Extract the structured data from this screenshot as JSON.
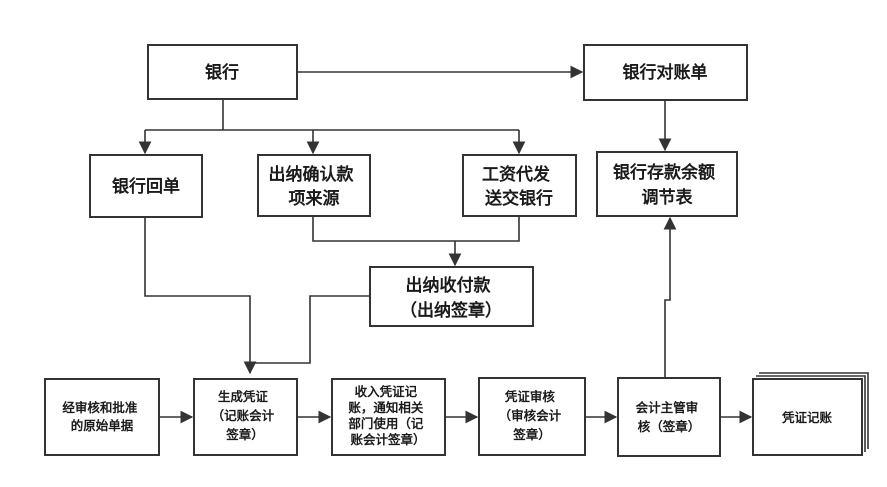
{
  "nodes": {
    "bank": [
      "银行"
    ],
    "statement": [
      "银行对账单"
    ],
    "receipt": [
      "银行回单"
    ],
    "cashier_confirm": [
      "出纳确认款",
      "项来源"
    ],
    "payroll": [
      "工资代发",
      "送交银行"
    ],
    "reconcile": [
      "银行存款余额",
      "调节表"
    ],
    "cashier_pay": [
      "出纳收付款",
      "（出纳签章）"
    ],
    "original_docs": [
      "经审核和批准",
      "的原始单据"
    ],
    "voucher": [
      "生成凭证",
      "（记账会计",
      "签章）"
    ],
    "receive_voucher": [
      "收入凭证记",
      "账，通知相关",
      "部门使用（记",
      "账会计签章）"
    ],
    "voucher_audit": [
      "凭证审核",
      "（审核会计",
      "签章）"
    ],
    "supervisor": [
      "会计主管审",
      "核（签章）"
    ],
    "posting": [
      "凭证记账"
    ]
  }
}
